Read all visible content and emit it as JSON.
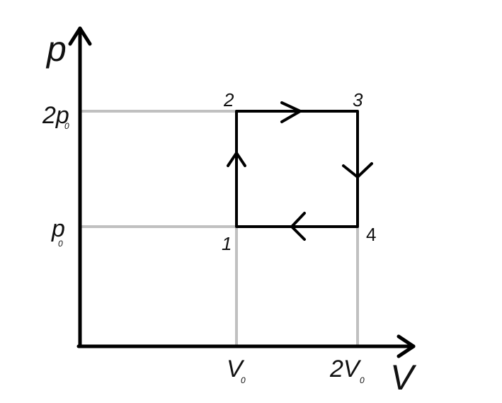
{
  "axes": {
    "y_label": "p",
    "x_label": "V"
  },
  "ticks": {
    "p_high": {
      "main": "2p",
      "sub": "0"
    },
    "p_low": {
      "main": "p",
      "sub": "0"
    },
    "v_low": {
      "main": "V",
      "sub": "0"
    },
    "v_high": {
      "main": "2V",
      "sub": "0"
    }
  },
  "states": {
    "s1": "1",
    "s2": "2",
    "s3": "3",
    "s4": "4"
  },
  "colors": {
    "cycle": "#000000",
    "guides": "#c0c0c0",
    "axes": "#000000"
  },
  "cycle_direction": "clockwise"
}
